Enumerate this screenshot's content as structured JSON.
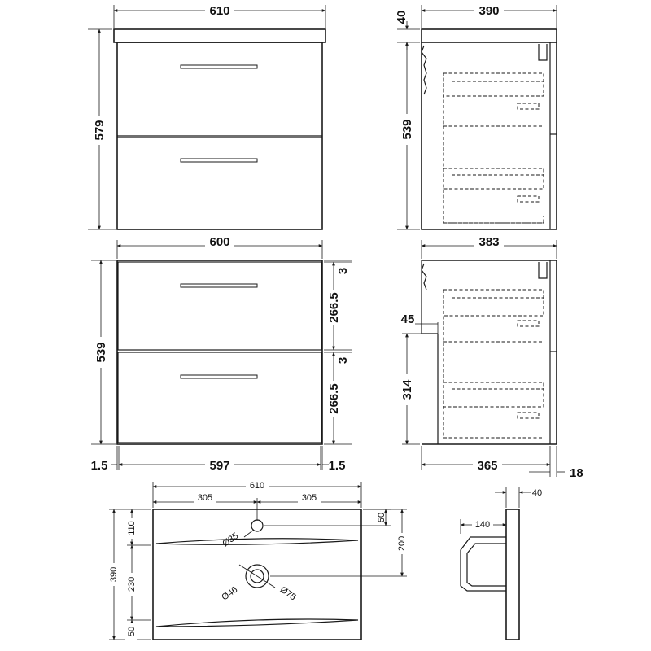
{
  "front_top": {
    "width": "610",
    "height": "579"
  },
  "side_top": {
    "basin_thickness": "40",
    "depth": "390",
    "height": "539"
  },
  "front_bottom": {
    "width": "600",
    "height": "539",
    "gap_top": "3",
    "drawer1_height": "266.5",
    "gap_mid": "3",
    "drawer2_height": "266.5",
    "left_offset": "1.5",
    "inner_width": "597",
    "right_offset": "1.5"
  },
  "side_bottom": {
    "depth": "383",
    "recess": "45",
    "drawer_height": "314",
    "inner_depth": "365",
    "panel": "18"
  },
  "basin_plan": {
    "width": "610",
    "half_left": "305",
    "half_right": "305",
    "tap_hole_offset": "50",
    "waste_offset": "200",
    "depth": "390",
    "front_to_tap": "110",
    "tap_to_rear": "230",
    "rear_margin": "50",
    "tap_hole_diameter": "Ø35",
    "waste_diameter": "Ø46",
    "waste_outer_diameter": "Ø75"
  },
  "basin_section": {
    "rim": "40",
    "bowl_depth": "140"
  }
}
